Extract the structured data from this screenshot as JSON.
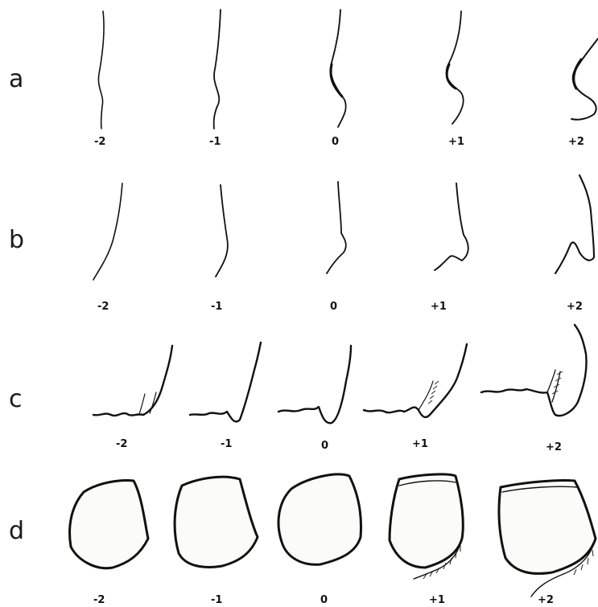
{
  "rows": [
    {
      "letter": "a",
      "grades": [
        "-2",
        "-1",
        "0",
        "+1",
        "+2"
      ]
    },
    {
      "letter": "b",
      "grades": [
        "-2",
        "-1",
        "0",
        "+1",
        "+2"
      ]
    },
    {
      "letter": "c",
      "grades": [
        "-2",
        "-1",
        "0",
        "+1",
        "+2"
      ]
    },
    {
      "letter": "d",
      "grades": [
        "-2",
        "-1",
        "0",
        "+1",
        "+2"
      ]
    }
  ],
  "colors": {
    "ink": "#111111",
    "paper": "#ffffff",
    "tooth_fill": "#fbfbf8"
  }
}
